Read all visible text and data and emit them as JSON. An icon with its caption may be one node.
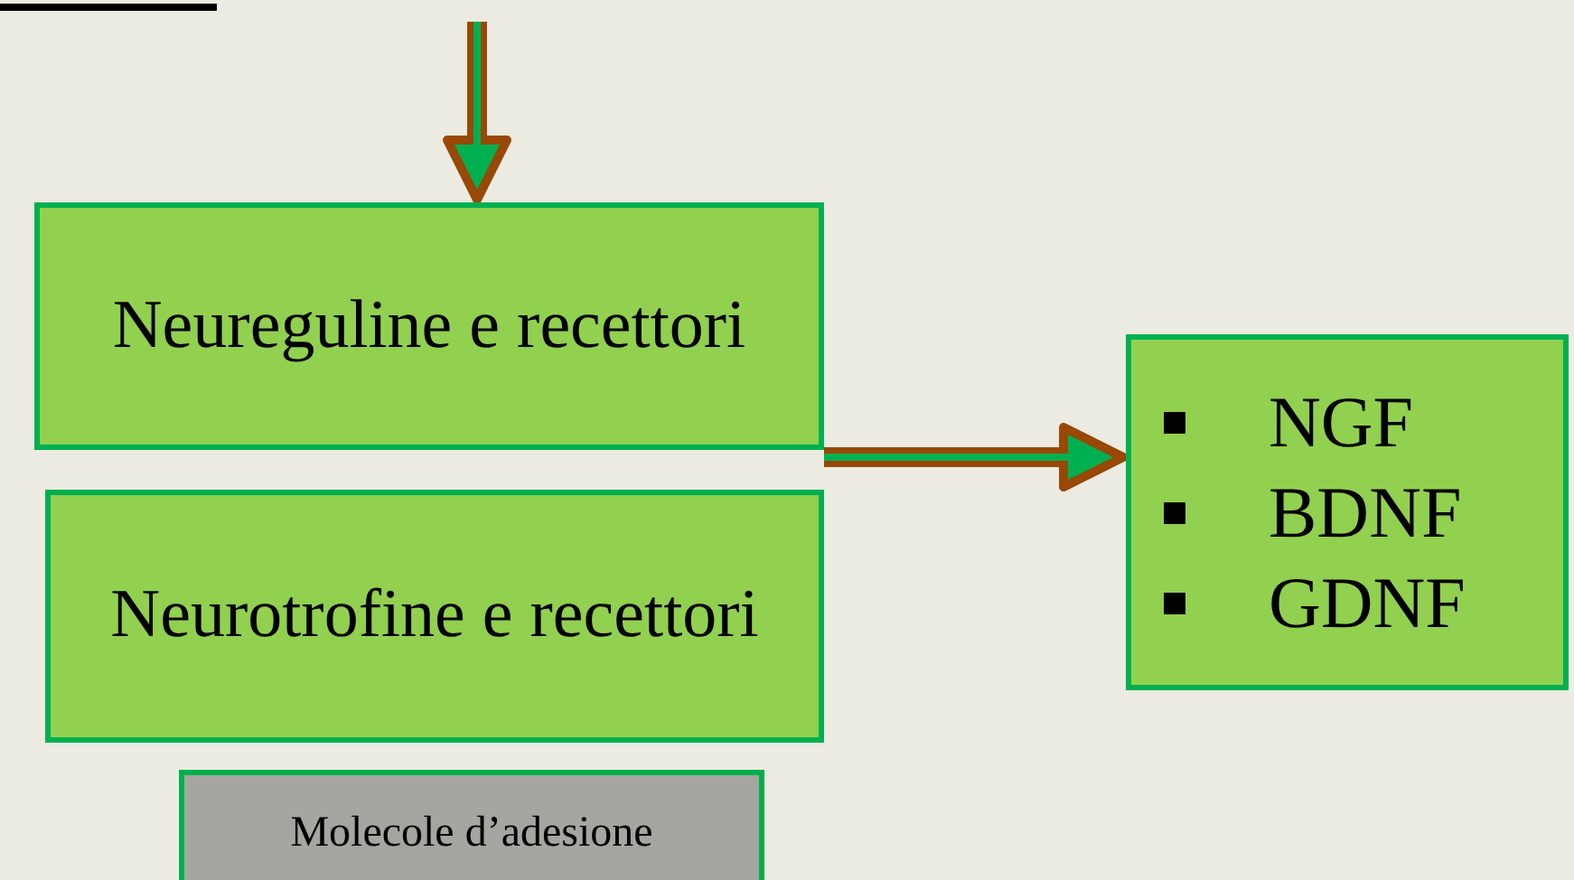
{
  "diagram": {
    "nodes": [
      {
        "text": [
          "Neureguline e recettori"
        ]
      },
      {
        "text": [
          "Neurotrofine e recettori"
        ]
      },
      {
        "text": [
          "Molecole d’adesione"
        ]
      },
      {
        "text": [
          "NGF",
          "BDNF",
          "GDNF"
        ]
      }
    ],
    "edges": [
      {
        "from": null,
        "to": 0,
        "arrow": "to"
      },
      {
        "from": 0,
        "to": 3,
        "arrow": "to"
      }
    ]
  }
}
